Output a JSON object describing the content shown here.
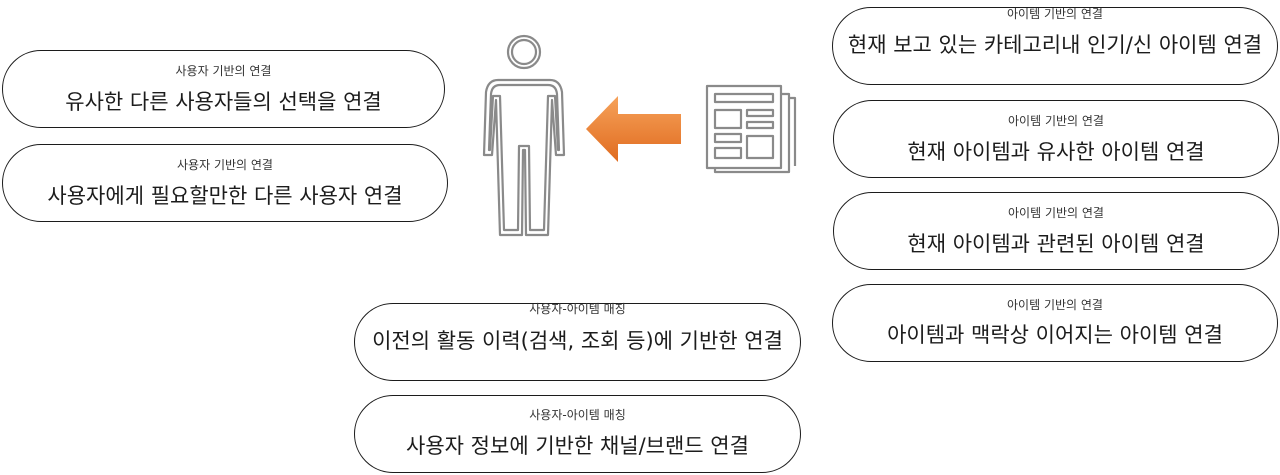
{
  "user_based": {
    "category": "사용자 기반의 연결",
    "items": [
      {
        "category": "사용자 기반의 연결",
        "text": "유사한 다른 사용자들의 선택을 연결"
      },
      {
        "category": "사용자 기반의 연결",
        "text": "사용자에게 필요할만한 다른 사용자 연결"
      }
    ]
  },
  "item_based": {
    "items": [
      {
        "category": "아이템 기반의 연결",
        "text": "현재 보고 있는 카테고리내 인기/신 아이템 연결"
      },
      {
        "category": "아이템 기반의 연결",
        "text": "현재 아이템과 유사한 아이템 연결"
      },
      {
        "category": "아이템 기반의 연결",
        "text": "현재 아이템과 관련된 아이템 연결"
      },
      {
        "category": "아이템 기반의 연결",
        "text": "아이템과 맥락상 이어지는 아이템 연결"
      }
    ]
  },
  "user_item_matching": {
    "items": [
      {
        "category": "사용자-아이템 매칭",
        "text": "이전의 활동 이력(검색, 조회 등)에 기반한 연결"
      },
      {
        "category": "사용자-아이템 매칭",
        "text": "사용자 정보에 기반한 채널/브랜드 연결"
      }
    ]
  },
  "icons": {
    "person": "person-icon",
    "arrow": "arrow-left-icon",
    "document": "newspaper-icon"
  },
  "colors": {
    "outline": "#1c1c1c",
    "icon_stroke": "#8a8a8a",
    "arrow_light": "#f6a25a",
    "arrow_dark": "#e06b1f"
  }
}
